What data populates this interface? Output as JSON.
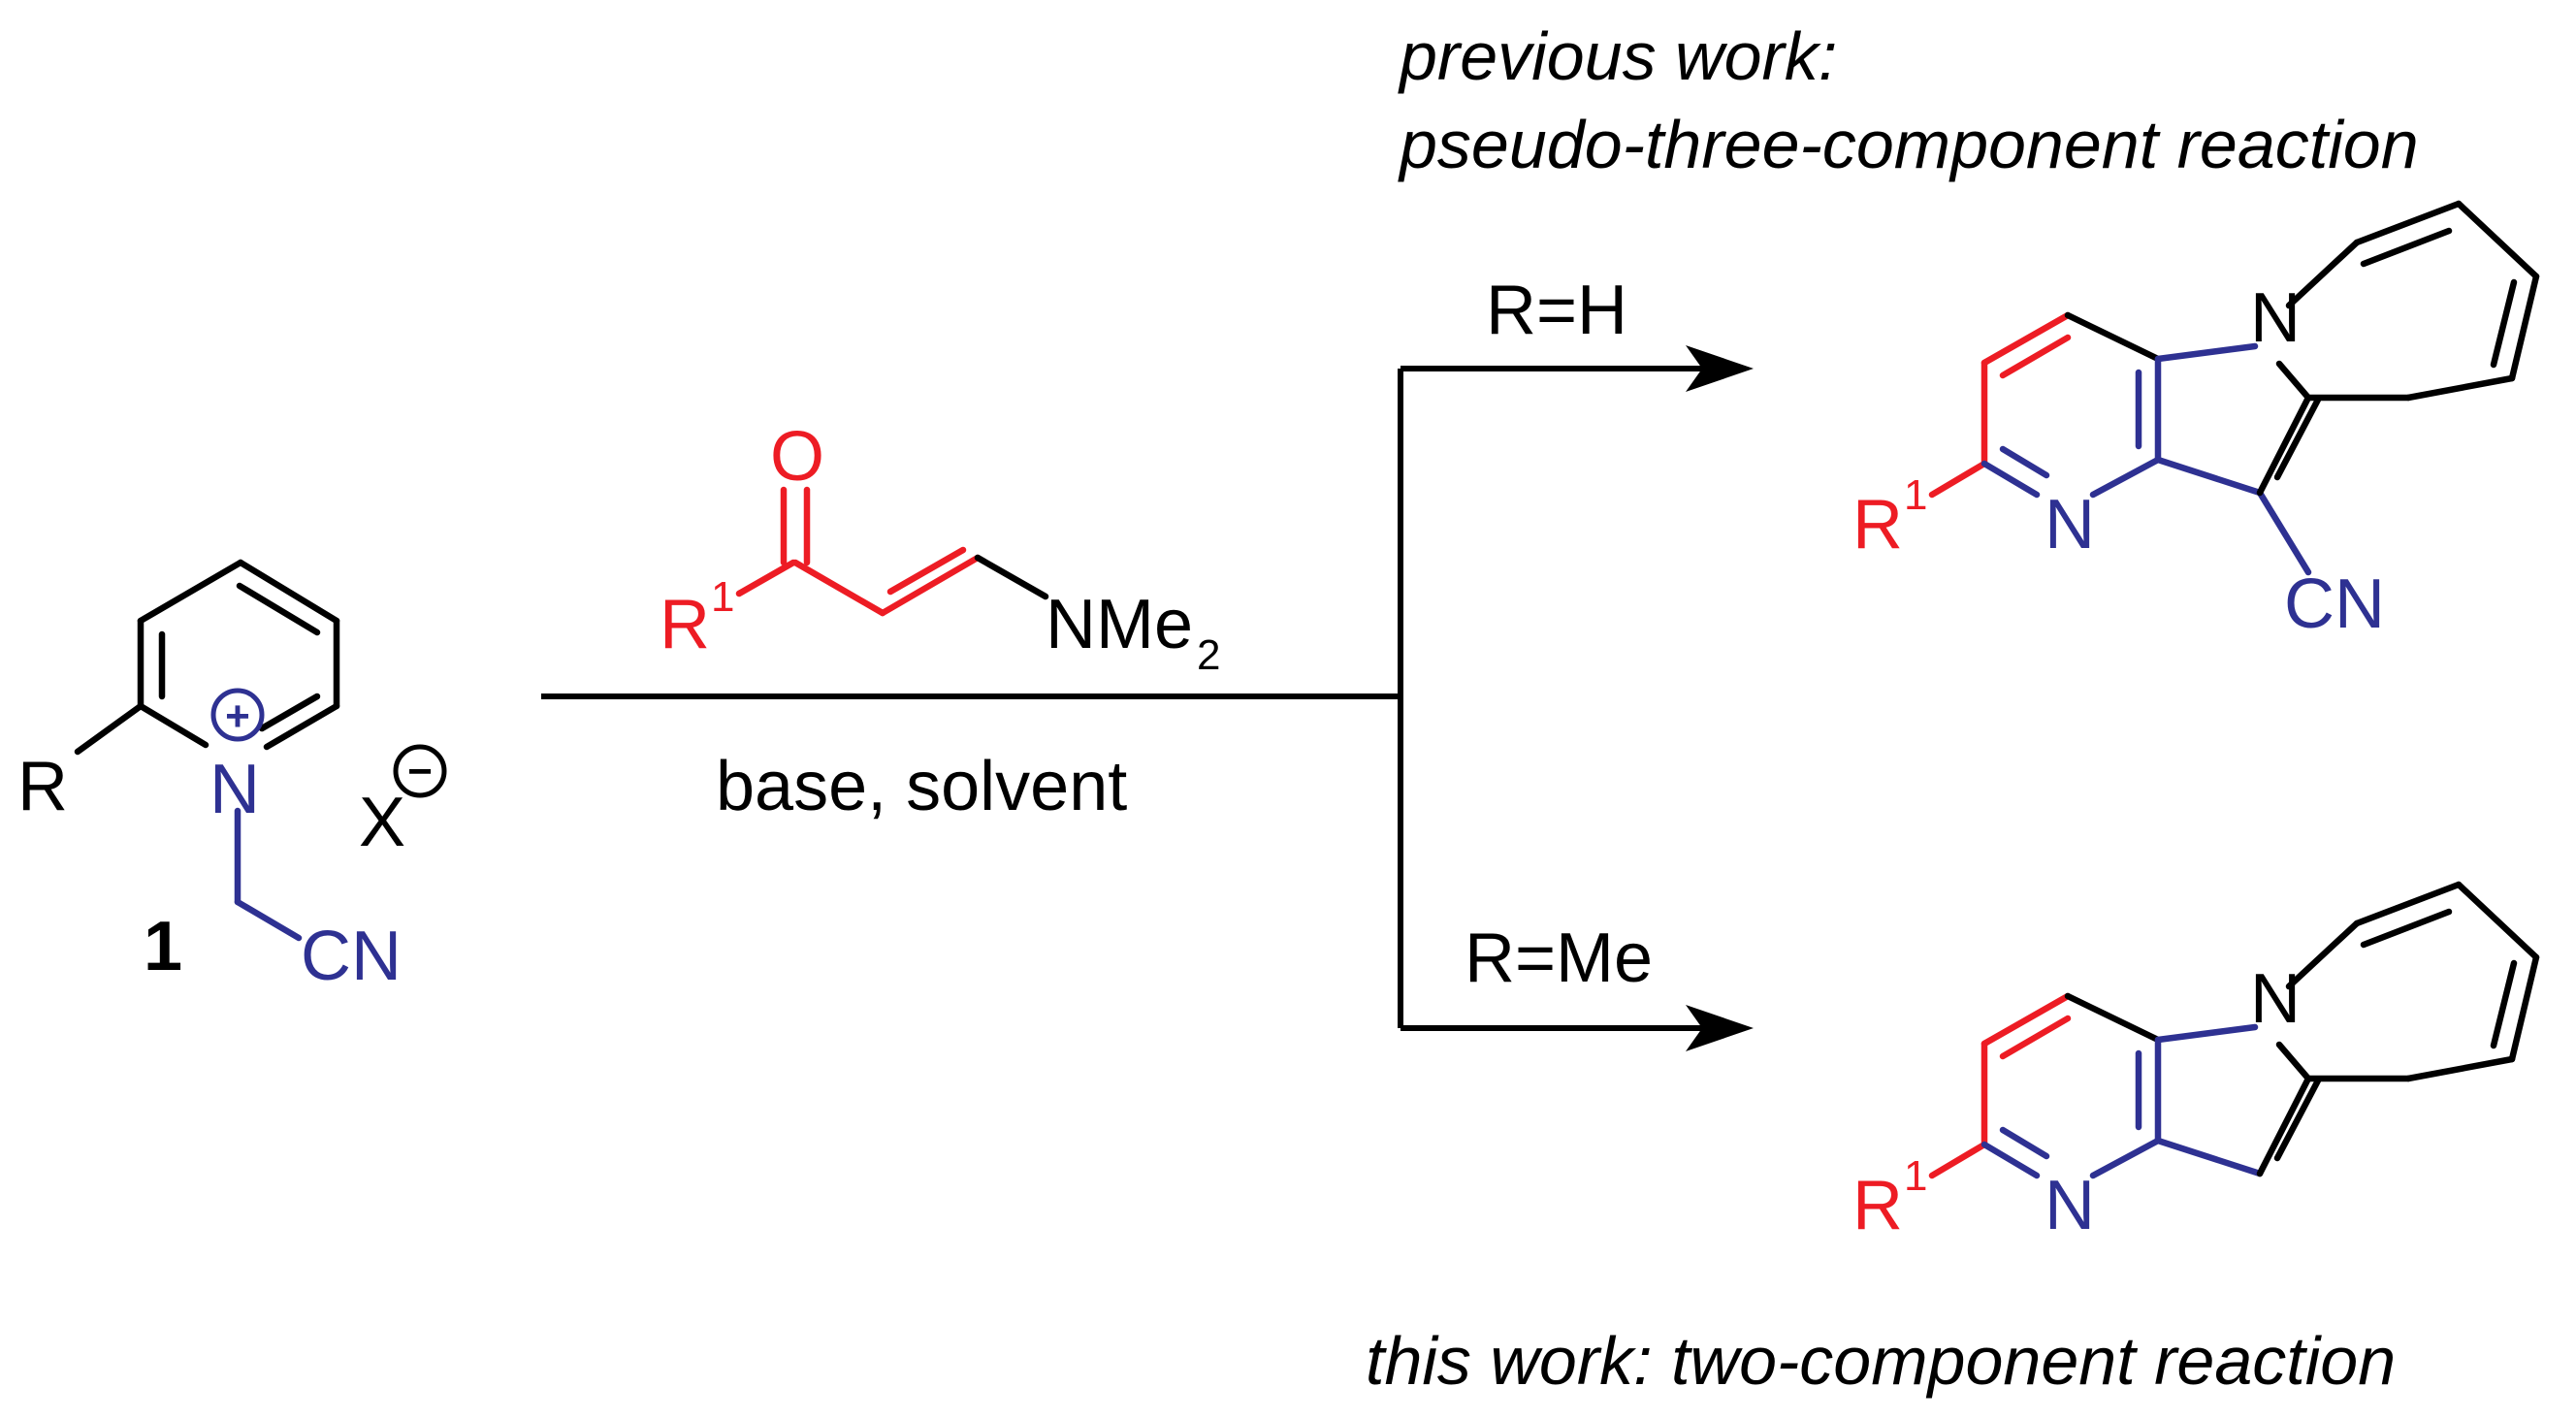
{
  "colors": {
    "black": "#000000",
    "red": "#ed1c24",
    "blue": "#2e3192"
  },
  "starting_material": {
    "R": "R",
    "N": "N",
    "charge_plus": "+",
    "counterion": "X",
    "charge_minus": "−",
    "CN": "CN",
    "compound_number": "1"
  },
  "reagent": {
    "O": "O",
    "R": "R",
    "R_sup": "1",
    "NMe": "NMe",
    "NMe_sub": "2"
  },
  "conditions": "base, solvent",
  "top_branch": {
    "condition": "R=H",
    "caption_line1": "previous work:",
    "caption_line2": "pseudo-three-component reaction",
    "product": {
      "R": "R",
      "R_sup": "1",
      "N_pyr": "N",
      "N_ind": "N",
      "CN": "CN"
    }
  },
  "bottom_branch": {
    "condition": "R=Me",
    "caption": "this work: two-component reaction",
    "product": {
      "R": "R",
      "R_sup": "1",
      "N_pyr": "N",
      "N_ind": "N"
    }
  }
}
